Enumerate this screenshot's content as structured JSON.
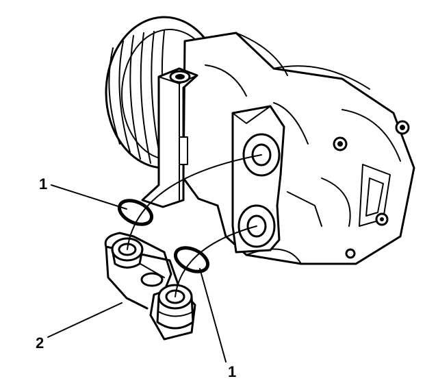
{
  "figure": {
    "callouts": [
      {
        "label": "1",
        "part": "o-ring-upper"
      },
      {
        "label": "1",
        "part": "o-ring-lower"
      },
      {
        "label": "2",
        "part": "hose-fitting-block"
      }
    ],
    "ink_color": "#000000",
    "background_color": "#ffffff"
  }
}
